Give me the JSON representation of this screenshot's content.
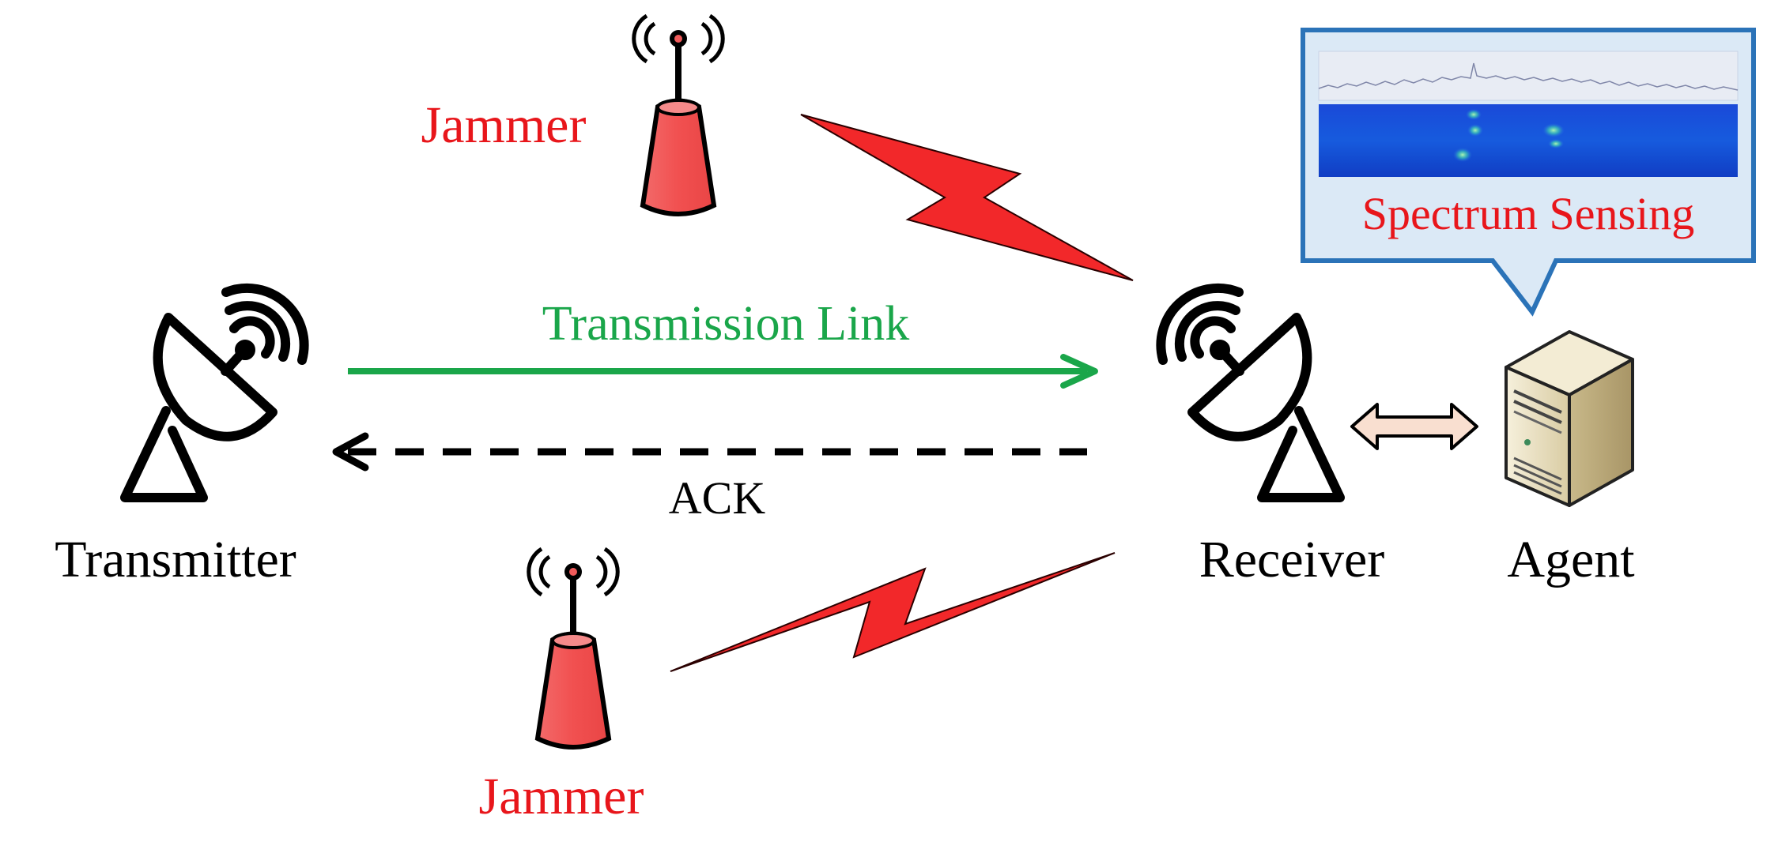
{
  "labels": {
    "jammer_top": "Jammer",
    "jammer_bottom": "Jammer",
    "transmitter": "Transmitter",
    "receiver": "Receiver",
    "agent": "Agent",
    "transmission_link": "Transmission Link",
    "ack": "ACK",
    "spectrum_sensing": "Spectrum Sensing"
  },
  "colors": {
    "jammer_text": "#e8161b",
    "jammer_fill": "#f15b5b",
    "lightning_fill": "#f2282a",
    "link_green": "#1aa64a",
    "black": "#000000",
    "callout_border": "#2b73b8",
    "callout_fill": "#dbe9f6",
    "spectrum_blue": "#1446d8",
    "double_arrow_fill": "#f9dfd0",
    "server_fill": "#e9dfc1"
  },
  "icons": {
    "transmitter": "satellite-dish-icon",
    "receiver": "satellite-dish-icon",
    "jammer": "radio-tower-icon",
    "agent": "server-icon"
  }
}
